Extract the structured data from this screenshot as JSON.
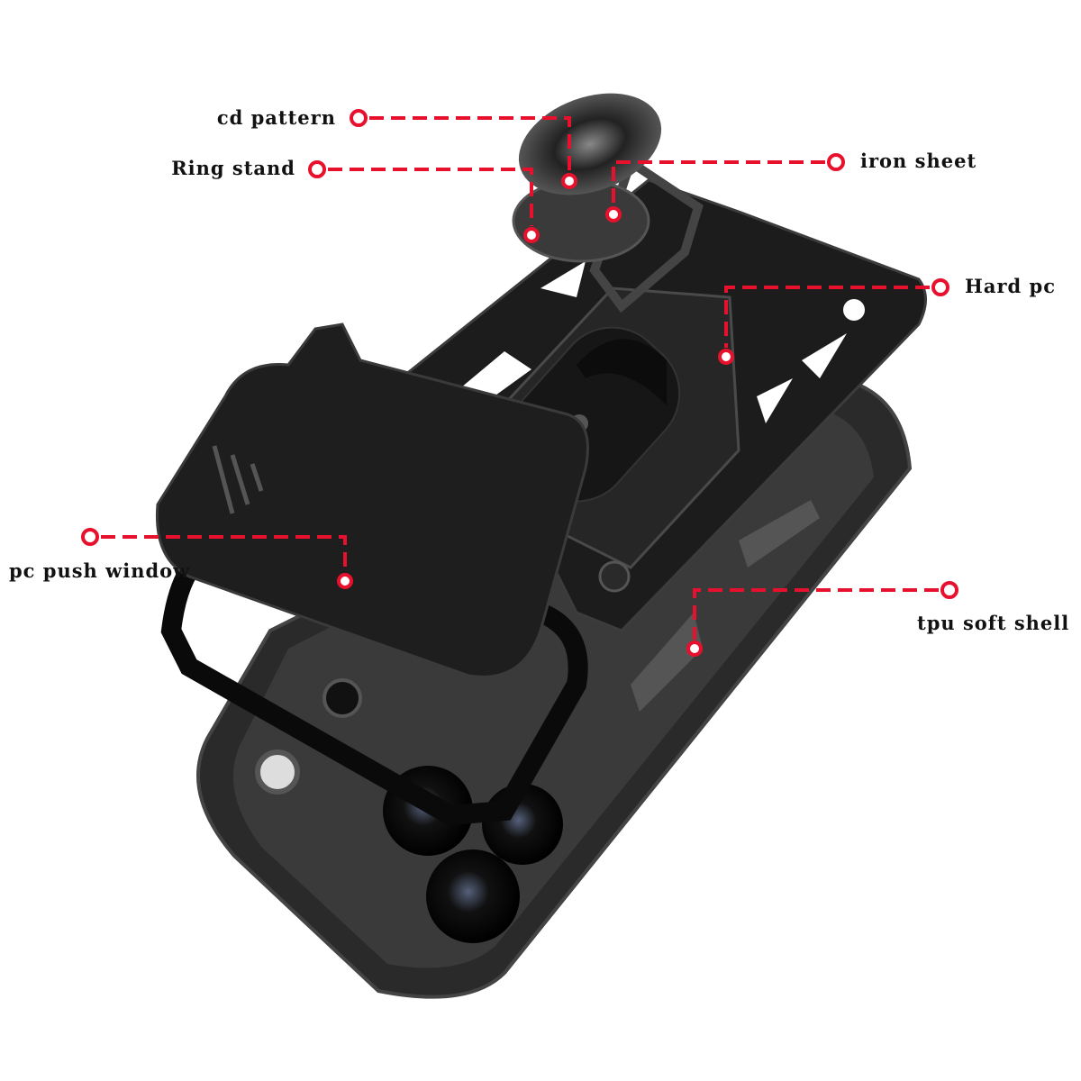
{
  "accent_color": "#e8112d",
  "callouts": {
    "cd_pattern": "cd pattern",
    "ring_stand": "Ring stand",
    "iron_sheet": "iron sheet",
    "hard_pc": "Hard pc",
    "pc_push_window": "pc push window",
    "tpu_soft_shell": "tpu soft shell"
  }
}
